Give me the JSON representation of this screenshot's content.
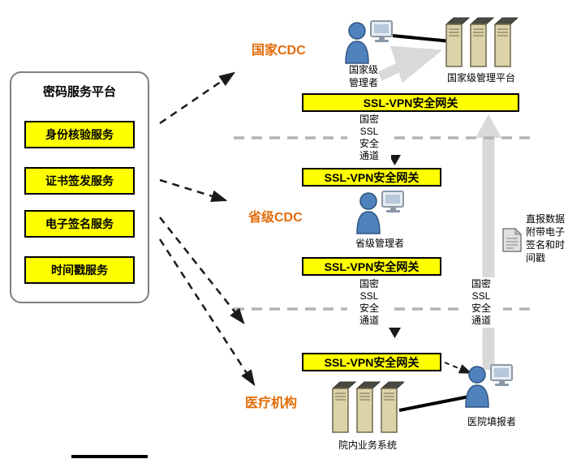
{
  "platform": {
    "title": "密码服务平台",
    "services": [
      "身份核验服务",
      "证书签发服务",
      "电子签名服务",
      "时间戳服务"
    ]
  },
  "sections": {
    "national": "国家CDC",
    "provincial": "省级CDC",
    "medical": "医疗机构"
  },
  "gateways": [
    "SSL-VPN安全网关",
    "SSL-VPN安全网关",
    "SSL-VPN安全网关",
    "SSL-VPN安全网关"
  ],
  "channel_lines": [
    "国密",
    "SSL",
    "安全",
    "通道"
  ],
  "labels": {
    "national_admin_l1": "国家级",
    "national_admin_l2": "管理者",
    "national_platform": "国家级管理平台",
    "provincial_admin": "省级管理者",
    "hospital_system": "院内业务系统",
    "hospital_reporter": "医院填报者"
  },
  "report_note_lines": [
    "直报数据",
    "附带电子",
    "签名和时",
    "间戳"
  ],
  "colors": {
    "highlight_yellow": "#ffff00",
    "section_orange": "#e36c09",
    "person_blue": "#4f81bd",
    "flow_arrow_gray": "#d9d9d9"
  }
}
